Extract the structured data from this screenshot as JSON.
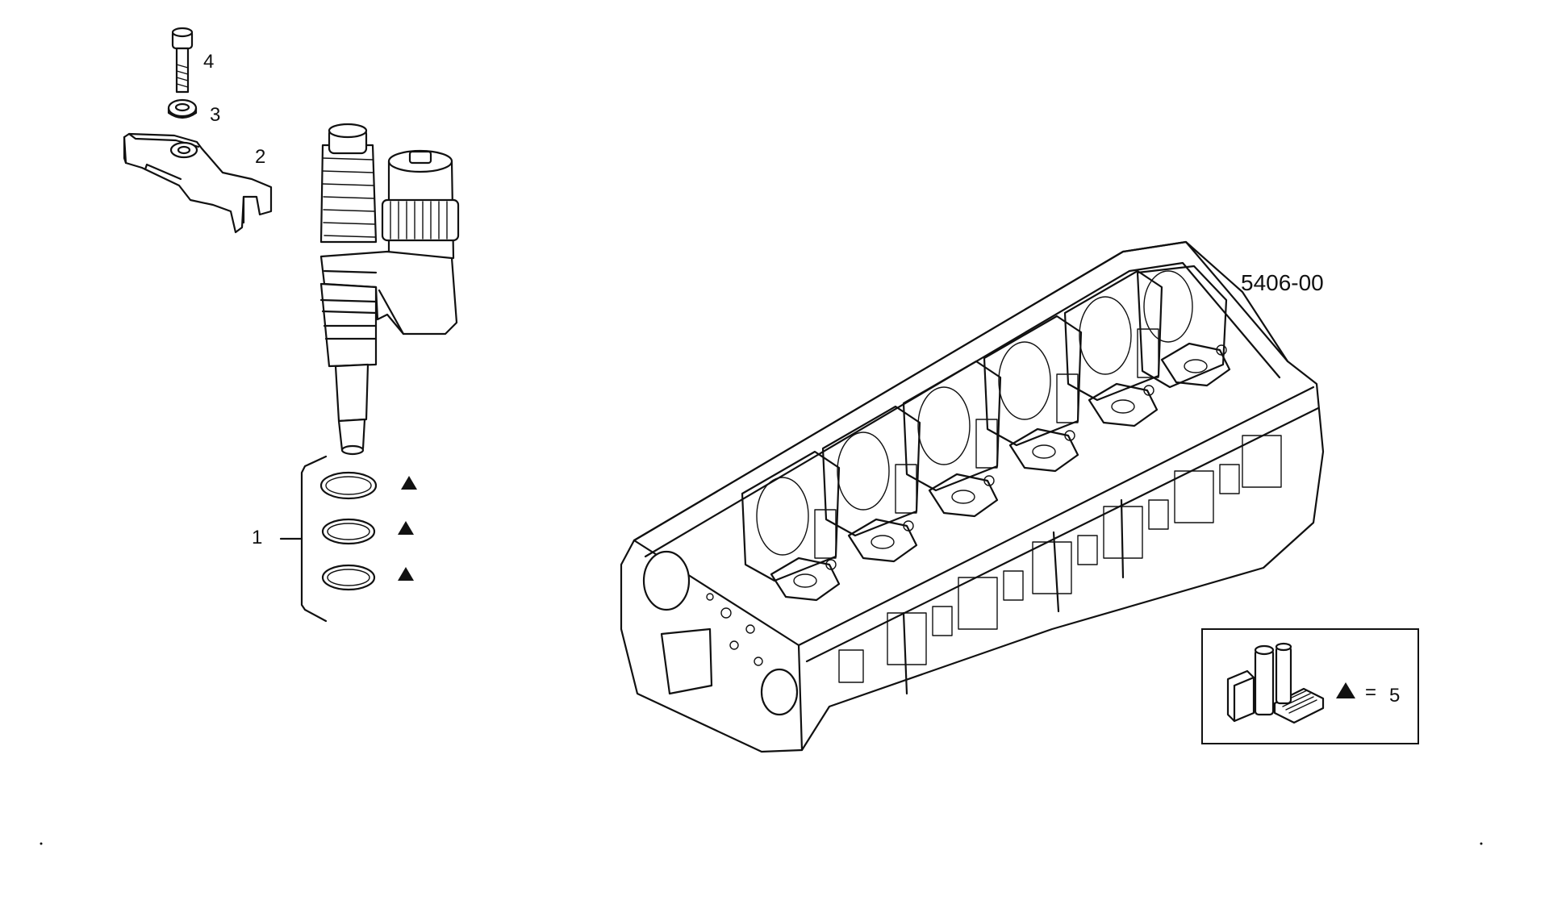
{
  "diagram": {
    "code": "5406-00",
    "callouts": {
      "item1": "1",
      "item2": "2",
      "item3": "3",
      "item4": "4"
    },
    "legend": {
      "equals": "=",
      "kit_number": "5"
    },
    "icons": {
      "kit_marker": "black-triangle-icon",
      "kit_box": "parts-kit-icon"
    }
  }
}
